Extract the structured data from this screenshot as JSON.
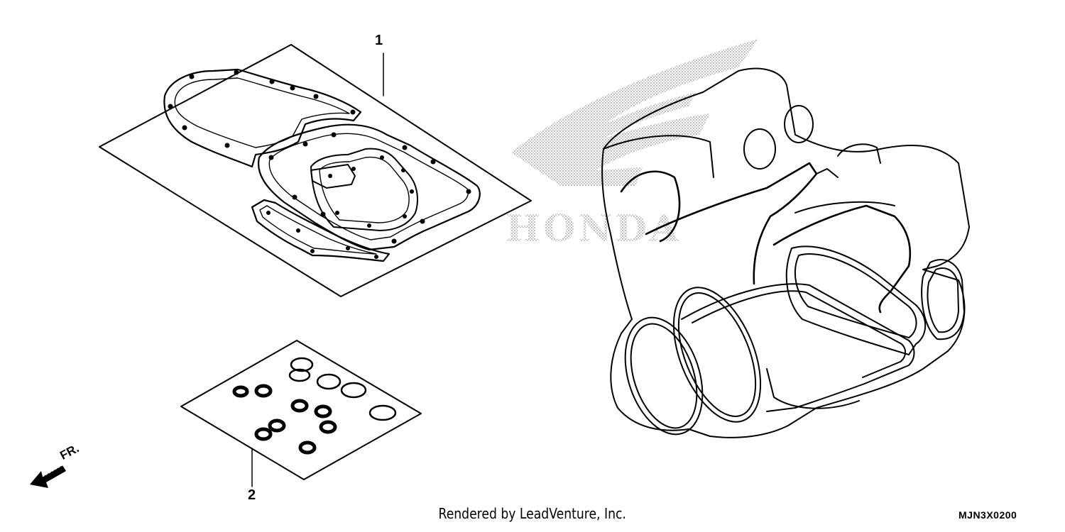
{
  "callouts": {
    "part_1": "1",
    "part_2": "2"
  },
  "direction_label": "FR.",
  "watermark_text": "HONDA",
  "credit": "Rendered by LeadVenture, Inc.",
  "diagram_code": "MJN3X0200",
  "colors": {
    "line": "#000000",
    "watermark": "#c8c8c8",
    "background": "#ffffff"
  },
  "icons": {
    "front_direction": "arrow-down-left-icon",
    "brand_logo": "honda-wing-watermark"
  }
}
